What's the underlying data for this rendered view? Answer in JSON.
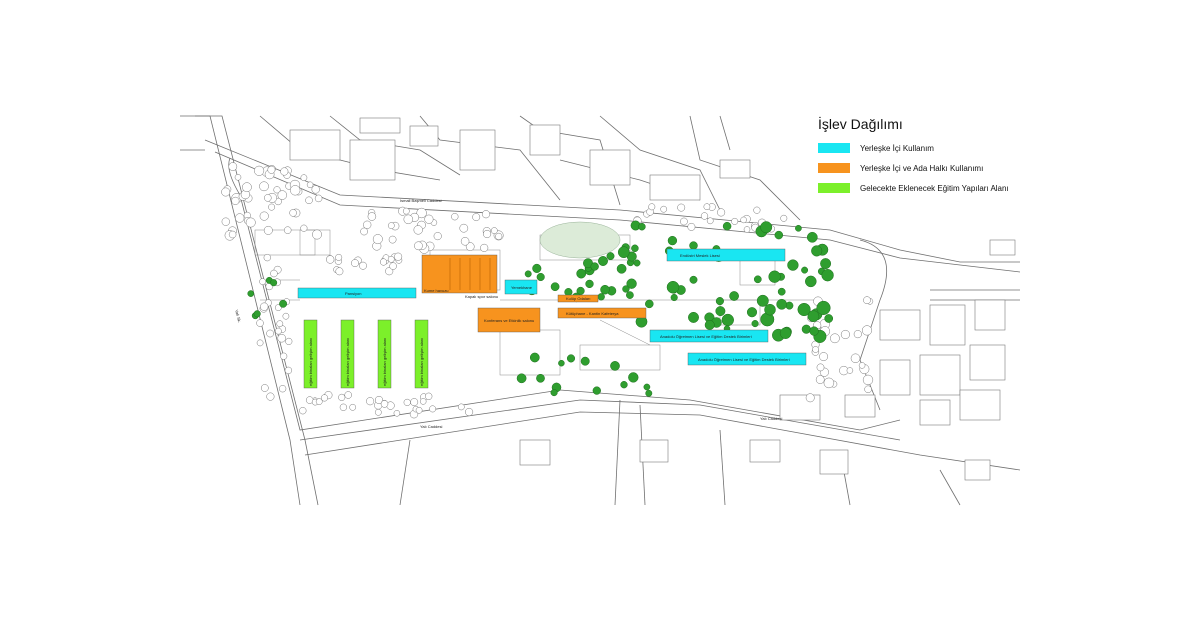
{
  "legend": {
    "title": "İşlev Dağılımı",
    "items": [
      {
        "label": "Yerleşke İçi Kullanım",
        "color": "#19e6f2"
      },
      {
        "label": "Yerleşke İçi ve Ada Halkı Kullanımı",
        "color": "#f7931e"
      },
      {
        "label": "Gelecekte Eklenecek Eğitim Yapıları Alanı",
        "color": "#7cf02a"
      }
    ]
  },
  "buildings": {
    "pansiyon": "Pansiyon",
    "yemekhane": "Yemekhane",
    "endustri": "Endüstri Meslek Lisesi",
    "anadolu1": "Anadolu Öğretmen Lisesi ve Eğitim Destek Birimleri",
    "anadolu2": "Anadolu Öğretmen Lisesi ve Eğitim Destek Birimleri",
    "kume": "Kume havuzu",
    "kapali_spor": "Kapalı spor salonu",
    "kuluphane": "Kütüphane - Kantin Kafeterya",
    "kulup_odalari": "Kulüp Odaları",
    "konferans": "Konferans ve Etkinlik salonu",
    "egitim": [
      "eğitim binaları gelişim alanı",
      "eğitim binaları gelişim alanı",
      "eğitim binaları gelişim alanı",
      "eğitim binaları gelişim alanı"
    ]
  },
  "streets": {
    "north": "Ismail Başmeli Caddesi",
    "south": "Yalı Caddesi",
    "southeast": "Yalı Caddesi",
    "west": "Yalı Sk."
  },
  "colors": {
    "cyan": "#19e6f2",
    "orange": "#f7931e",
    "green": "#7cf02a",
    "line": "#6f6f6f",
    "tree": "#2f9e2f"
  }
}
